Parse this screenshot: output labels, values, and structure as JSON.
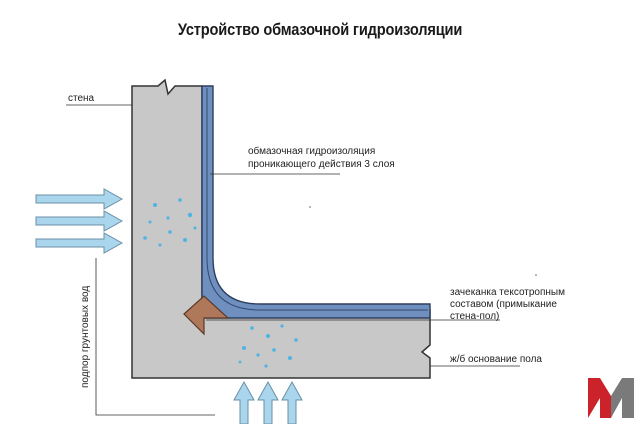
{
  "title": "Устройство обмазочной гидроизоляции",
  "labels": {
    "wall": "стена",
    "coating_line1": "обмазочная гидроизоляция",
    "coating_line2": "проникающего действия 3 слоя",
    "caulk_line1": "зачеканка тексотропным",
    "caulk_line2": "составом (примыкание",
    "caulk_line3": "стена-пол)",
    "floor_base": "ж/б основание пола",
    "groundwater": "подпор грунтовых вод"
  },
  "colors": {
    "concrete": "#c8c8c8",
    "waterproofing": "#6f8fbf",
    "caulk": "#b0785a",
    "water_arrow": "#a9d6ec",
    "bubble": "#4fb4e3",
    "logo_red": "#cc2229",
    "logo_gray": "#7a7a7a"
  },
  "icons": {
    "logo": "m-logo-icon",
    "arrow": "arrow-icon"
  }
}
